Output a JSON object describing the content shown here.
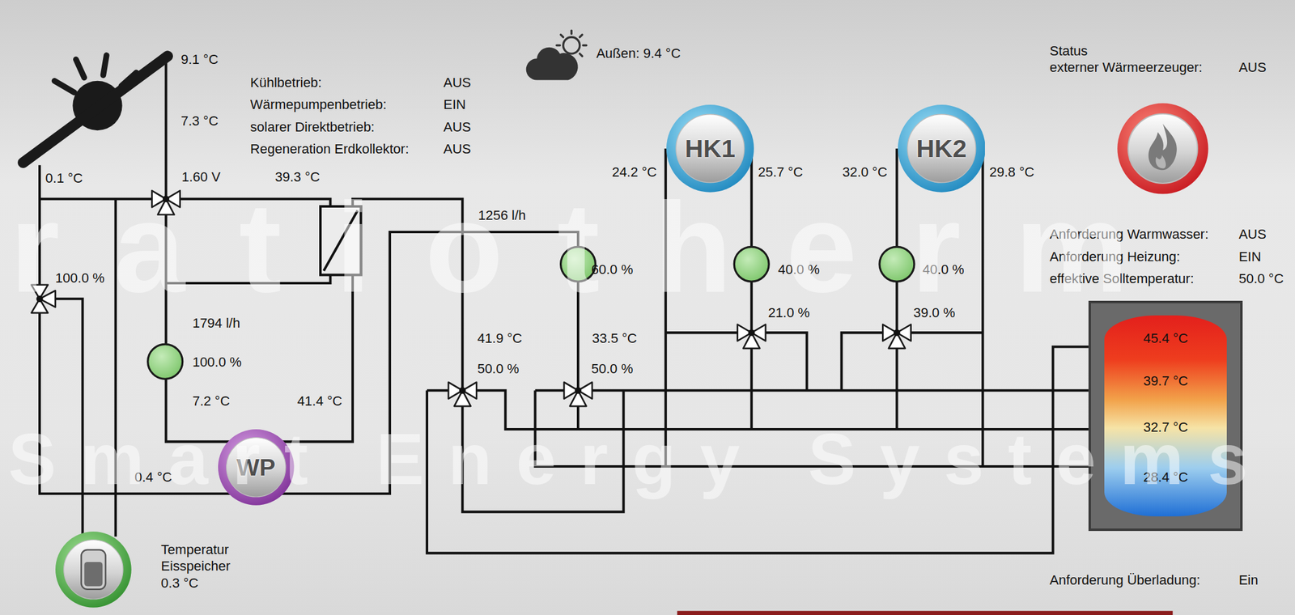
{
  "diagram": {
    "nodes": [
      {
        "text": [
          "HK1"
        ]
      },
      {
        "text": [
          "HK2"
        ]
      },
      {
        "text": [
          "45.4 °C",
          "39.7 °C",
          "32.7 °C",
          "28.4 °C"
        ]
      },
      {
        "text": [
          "WP"
        ]
      },
      {
        "text": [
          "Temperatur Eisspeicher",
          "0.3 °C"
        ]
      }
    ],
    "labels": [
      "9.1 °C",
      "7.3 °C",
      "Kühlbetrieb:",
      "AUS",
      "Wärmepumpenbetrieb:",
      "EIN",
      "solarer Direktbetrieb:",
      "AUS",
      "Regeneration Erdkollektor:",
      "AUS",
      "Außen: 9.4 °C",
      "Status",
      "externer Wärmeerzeuger:",
      "AUS",
      "0.1 °C",
      "1.60 V",
      "39.3 °C",
      "24.2 °C",
      "25.7 °C",
      "32.0 °C",
      "29.8 °C",
      "1256 l/h",
      "Anforderung Warmwasser:",
      "AUS",
      "Anforderung Heizung:",
      "EIN",
      "effektive Solltemperatur:",
      "50.0 °C",
      "60.0 %",
      "40.0 %",
      "40.0 %",
      "100.0 %",
      "21.0 %",
      "39.0 %",
      "1794 l/h",
      "41.9 °C",
      "33.5 °C",
      "100.0 %",
      "50.0 %",
      "50.0 %",
      "7.2 °C",
      "41.4 °C",
      "0.4 °C",
      "Anforderung Überladung:",
      "Ein",
      "ratiotherm",
      "Smart Energy Systems"
    ]
  }
}
